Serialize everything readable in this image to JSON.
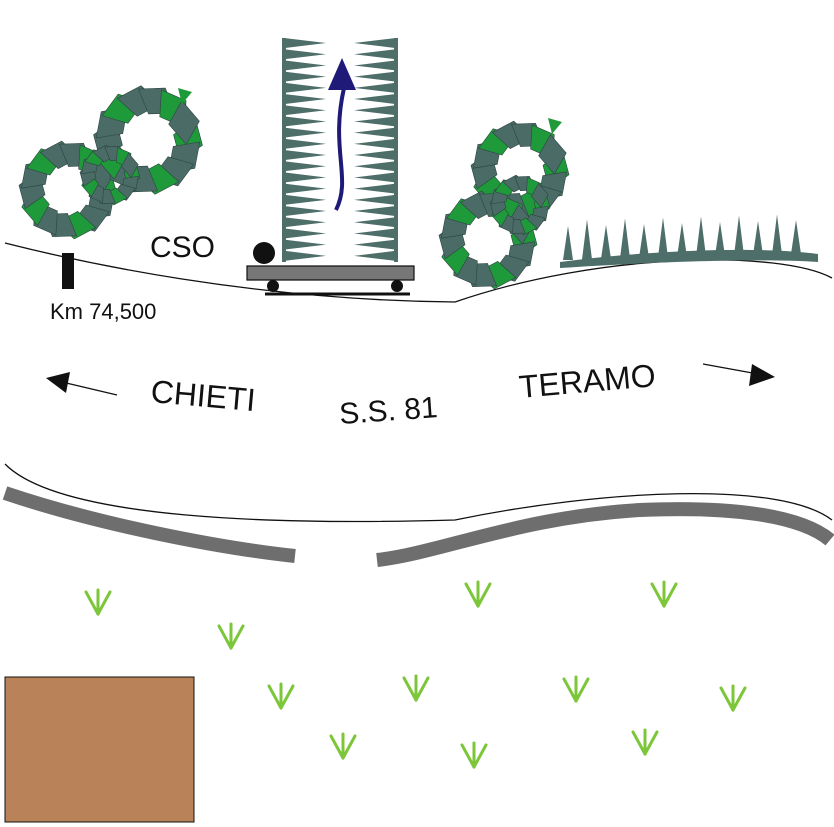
{
  "labels": {
    "cso": "CSO",
    "km": "Km 74,500",
    "chieti": "CHIETI",
    "road": "S.S. 81",
    "teramo": "TERAMO"
  },
  "colors": {
    "foliage_dark": "#4a6b66",
    "foliage_green": "#1f9a3a",
    "hedge": "#4e6e69",
    "arrow_blue": "#1f1a78",
    "barrier": "#6e6e6e",
    "grass": "#7cc63a",
    "field": "#b98258",
    "platform": "#777777"
  },
  "icons": {
    "trees_left": "tree-cluster-icon",
    "trees_right": "tree-cluster-icon",
    "direction_arrow": "curved-up-arrow-icon",
    "grass": "grass-tuft-icon"
  }
}
